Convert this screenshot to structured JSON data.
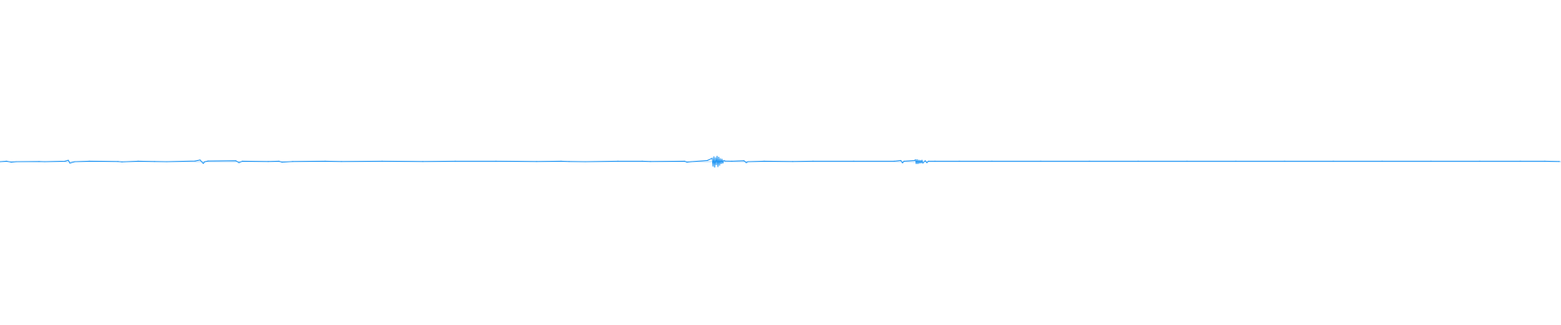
{
  "chart_data": {
    "type": "line",
    "title": "",
    "xlabel": "",
    "ylabel": "",
    "grid": false,
    "legend": "none",
    "xlim": [
      0,
      1920
    ],
    "ylim": [
      -1,
      1
    ],
    "series": [
      {
        "color": "#2196F3",
        "x": [
          0,
          8,
          14,
          20,
          48,
          55,
          80,
          84,
          86,
          92,
          110,
          145,
          150,
          170,
          190,
          205,
          240,
          246,
          250,
          252,
          256,
          290,
          294,
          298,
          330,
          343,
          347,
          360,
          400,
          420,
          470,
          520,
          560,
          610,
          660,
          690,
          700,
          720,
          760,
          790,
          800,
          842,
          845,
          850,
          870,
          876,
          877,
          878,
          879,
          880,
          881,
          882,
          883,
          884,
          885,
          886,
          887,
          888,
          889,
          890,
          892,
          900,
          915,
          918,
          920,
          940,
          975,
          1000,
          1050,
          1100,
          1108,
          1110,
          1112,
          1125,
          1126,
          1127,
          1128,
          1129,
          1130,
          1131,
          1132,
          1133,
          1134,
          1135,
          1138,
          1140,
          1142,
          1150,
          1180,
          1220,
          1280,
          1340,
          1400,
          1460,
          1520,
          1580,
          1640,
          1700,
          1760,
          1820,
          1870,
          1900,
          1918
        ],
        "y": [
          0.0,
          0.02,
          -0.02,
          0.0,
          0.01,
          0.0,
          0.02,
          0.06,
          -0.06,
          0.0,
          0.02,
          0.01,
          -0.01,
          0.02,
          0.01,
          0.0,
          0.03,
          0.07,
          -0.07,
          0.0,
          0.03,
          0.04,
          -0.04,
          0.02,
          0.01,
          0.02,
          -0.02,
          0.01,
          0.02,
          0.01,
          0.02,
          0.01,
          0.02,
          0.02,
          0.01,
          0.02,
          0.01,
          0.0,
          0.02,
          0.02,
          0.01,
          0.02,
          -0.02,
          0.0,
          0.05,
          0.14,
          -0.18,
          0.2,
          -0.22,
          0.16,
          -0.12,
          0.22,
          -0.2,
          0.18,
          -0.14,
          0.12,
          -0.08,
          0.1,
          -0.06,
          0.05,
          0.03,
          0.02,
          0.04,
          -0.04,
          0.0,
          0.02,
          0.01,
          0.02,
          0.02,
          0.02,
          0.05,
          -0.05,
          0.02,
          0.05,
          0.08,
          -0.08,
          0.08,
          -0.08,
          0.06,
          -0.06,
          0.05,
          -0.05,
          0.06,
          -0.06,
          0.04,
          -0.04,
          0.02,
          0.02,
          0.02,
          0.02,
          0.02,
          0.02,
          0.02,
          0.02,
          0.02,
          0.02,
          0.02,
          0.02,
          0.02,
          0.02,
          0.02,
          0.02,
          0.01
        ]
      }
    ]
  }
}
